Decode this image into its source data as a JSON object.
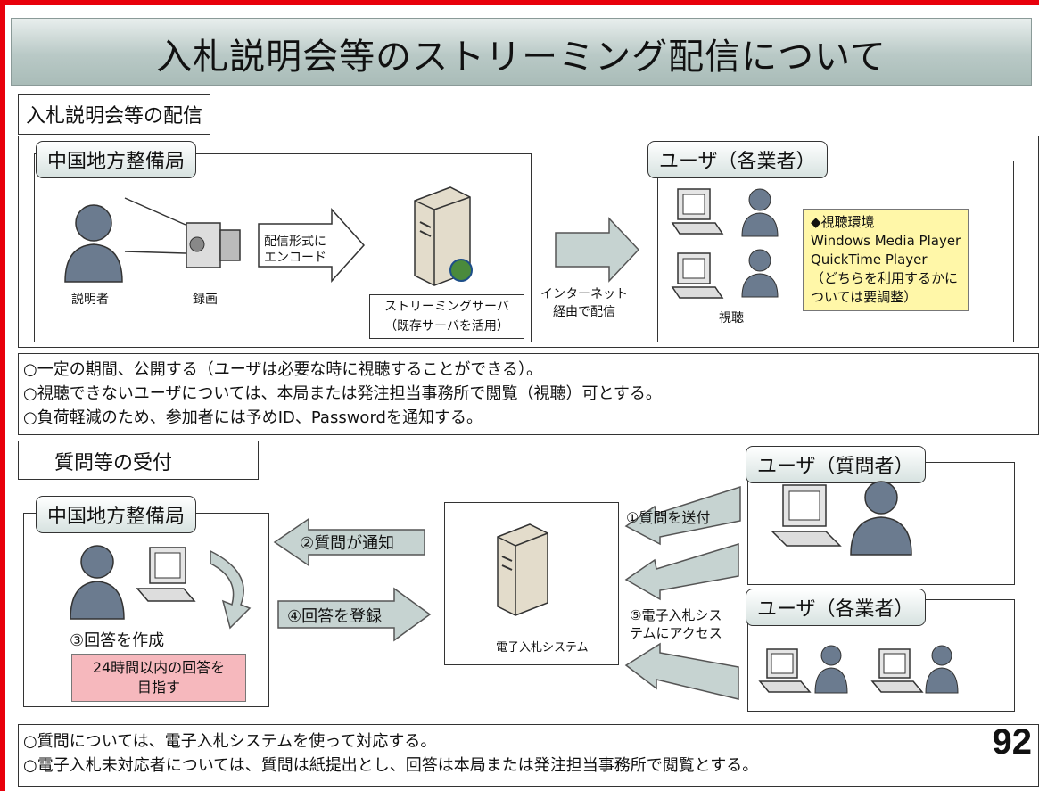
{
  "title": "入札説明会等のストリーミング配信について",
  "section1": {
    "heading": "入札説明会等の配信",
    "left_group": "中国地方整備局",
    "presenter": "説明者",
    "record": "録画",
    "encode_arrow": [
      "配信形式に",
      "エンコード"
    ],
    "server_label": [
      "ストリーミングサーバ",
      "（既存サーバを活用）"
    ],
    "internet_label": [
      "インターネット",
      "経由で配信"
    ],
    "right_group": "ユーザ（各業者）",
    "view": "視聴",
    "env": [
      "◆視聴環境",
      "Windows Media Player",
      "QuickTime Player",
      "（どちらを利用するかに",
      "ついては要調整）"
    ]
  },
  "notes1": [
    "○一定の期間、公開する（ユーザは必要な時に視聴することができる）。",
    "○視聴できないユーザについては、本局または発注担当事務所で閲覧（視聴）可とする。",
    "○負荷軽減のため、参加者には予めID、Passwordを通知する。"
  ],
  "section2": {
    "heading": "質問等の受付",
    "left_group": "中国地方整備局",
    "create_answer": "③回答を作成",
    "target": [
      "24時間以内の回答を",
      "目指す"
    ],
    "notify": "②質問が通知",
    "register": "④回答を登録",
    "system": "電子入札システム",
    "send": "①質問を送付",
    "access": [
      "⑤電子入札シス",
      "テムにアクセス"
    ],
    "user_q": "ユーザ（質問者）",
    "user_b": "ユーザ（各業者）"
  },
  "notes2": [
    "○質問については、電子入札システムを使って対応する。",
    "○電子入札未対応者については、質問は紙提出とし、回答は本局または発注担当事務所で閲覧とする。"
  ],
  "page_number": "92",
  "colors": {
    "frame": "#e8000b",
    "env_bg": "#fff7a8",
    "target_bg": "#f6b8bd",
    "person": "#6b7b8f"
  }
}
